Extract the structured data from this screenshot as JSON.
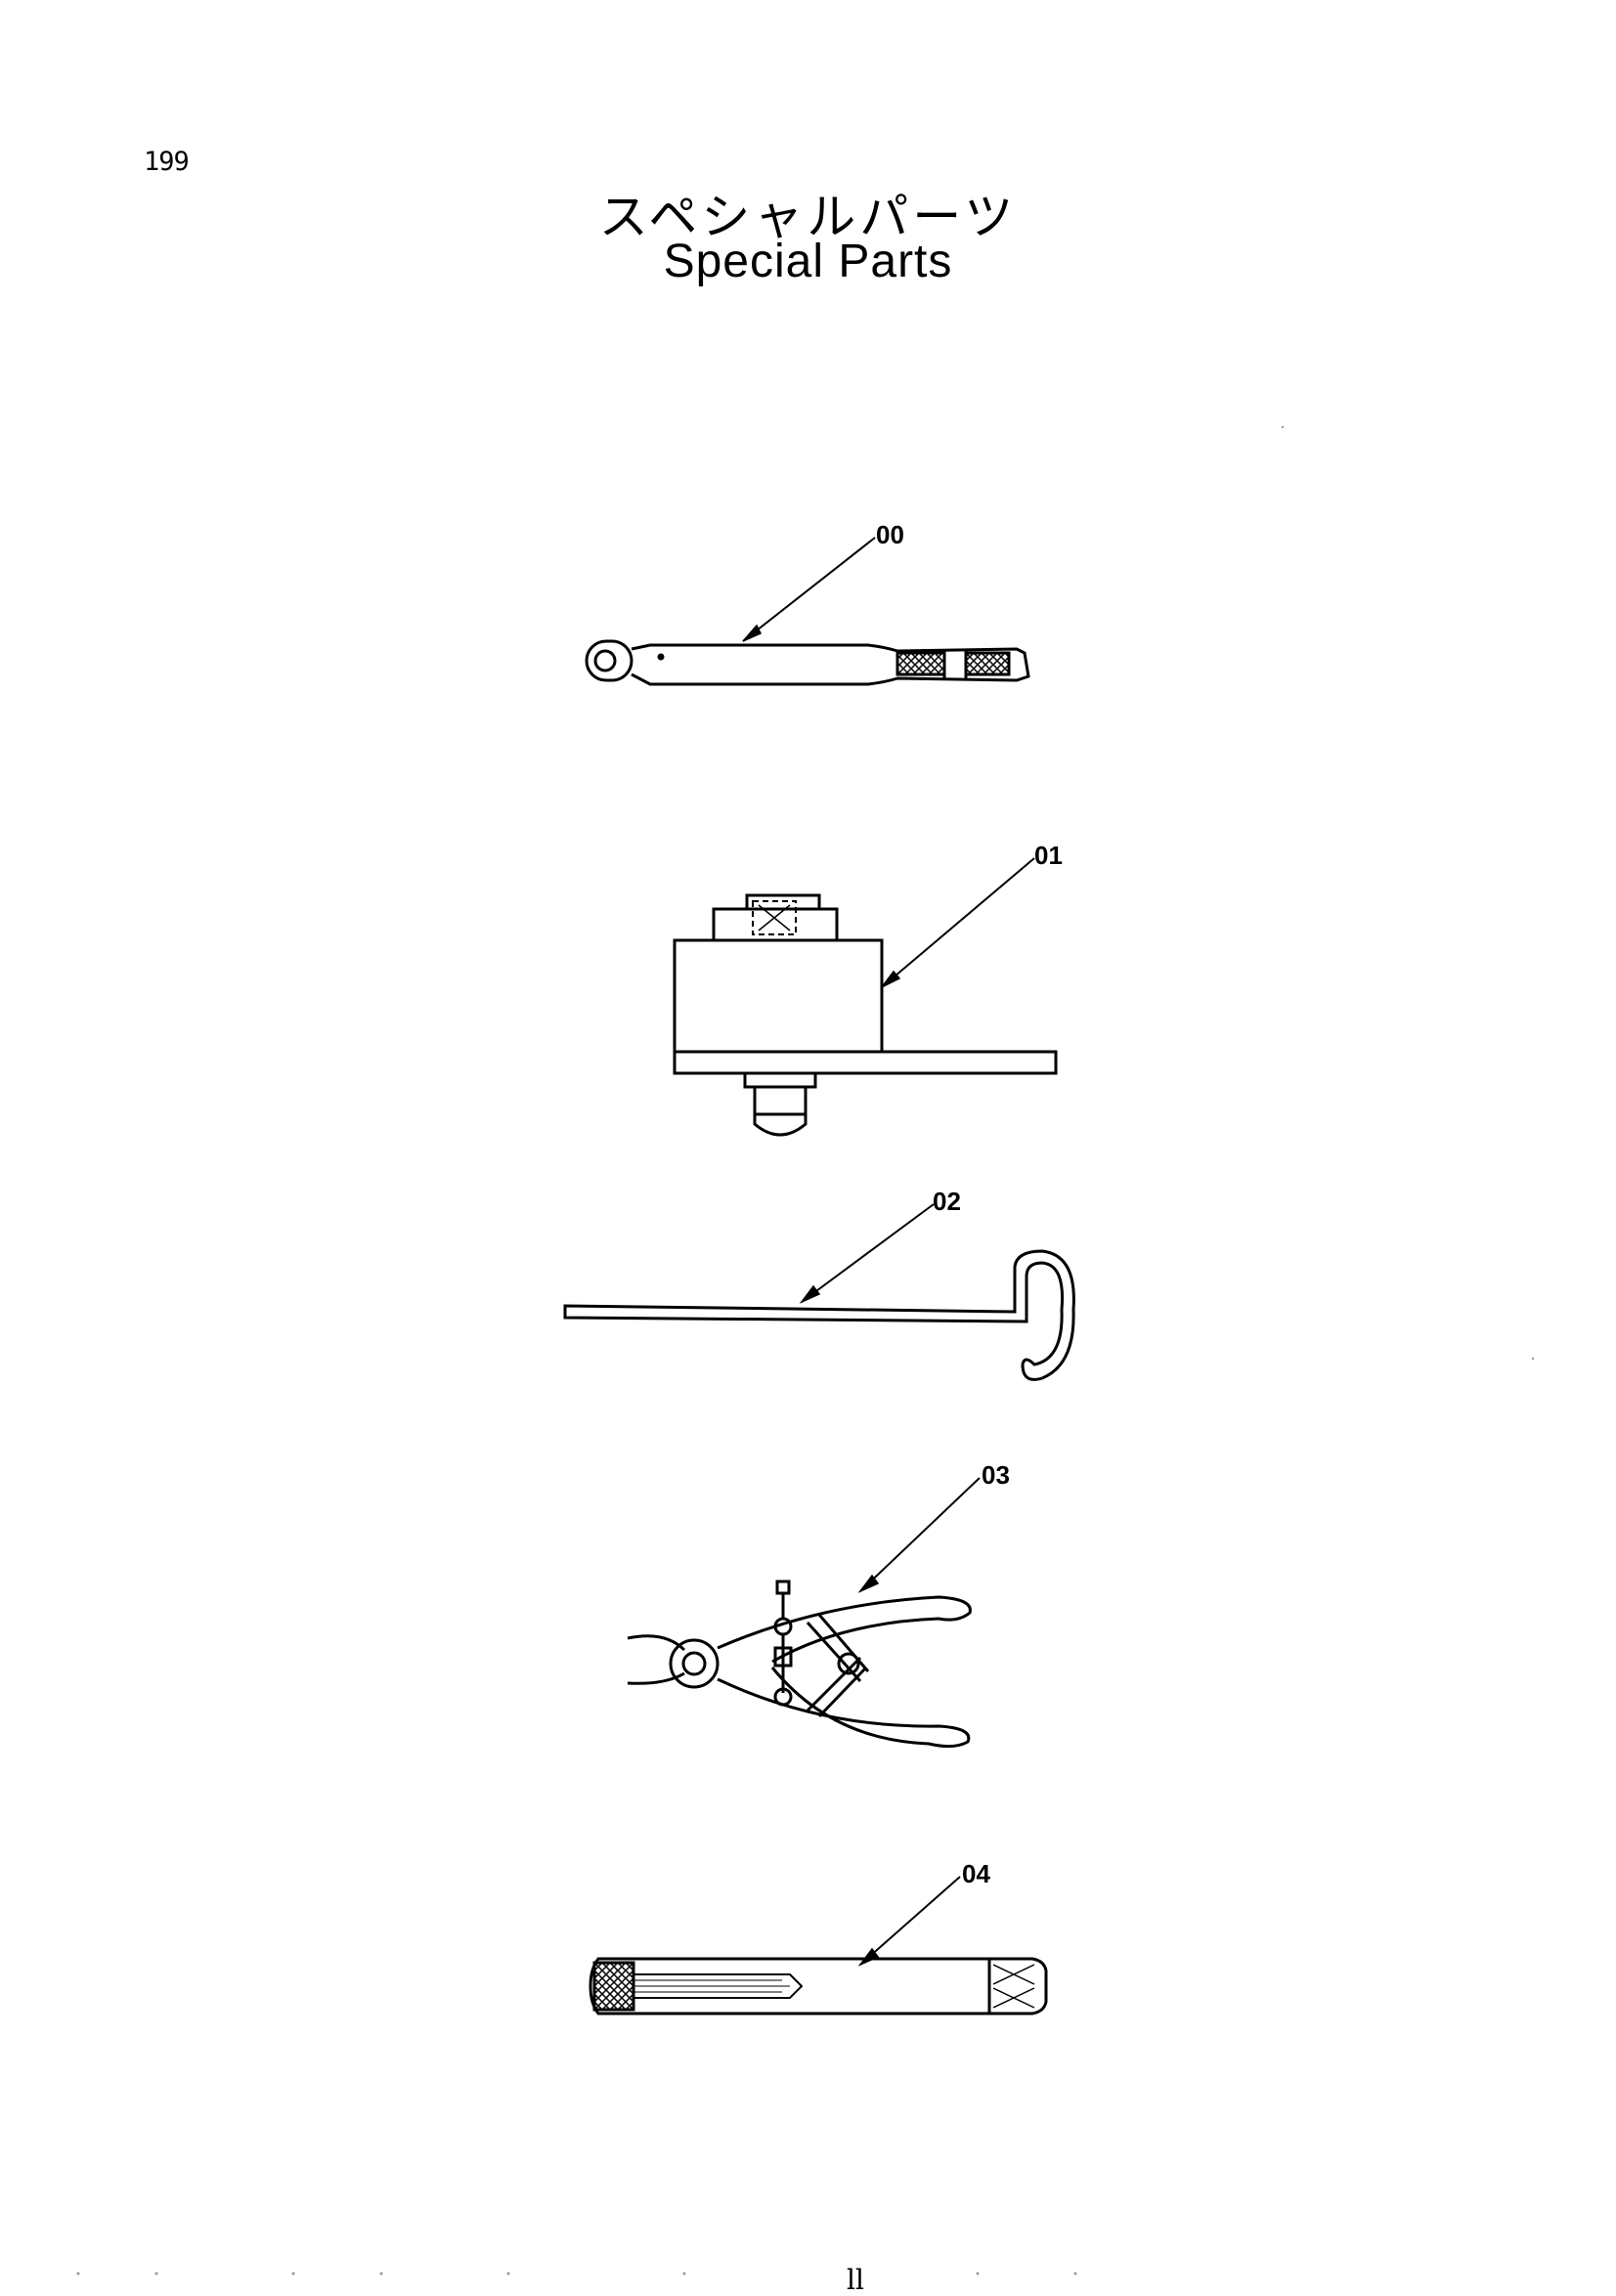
{
  "header": {
    "page_number": "199",
    "title_jp": "スペシャルパーツ",
    "title_en": "Special Parts"
  },
  "parts": [
    {
      "label": "00",
      "depicts": "torque-wrench"
    },
    {
      "label": "01",
      "depicts": "torque-multiplier"
    },
    {
      "label": "02",
      "depicts": "hook-rod"
    },
    {
      "label": "03",
      "depicts": "snap-ring-pliers"
    },
    {
      "label": "04",
      "depicts": "tap"
    }
  ],
  "footer": {
    "mark": "ll"
  }
}
